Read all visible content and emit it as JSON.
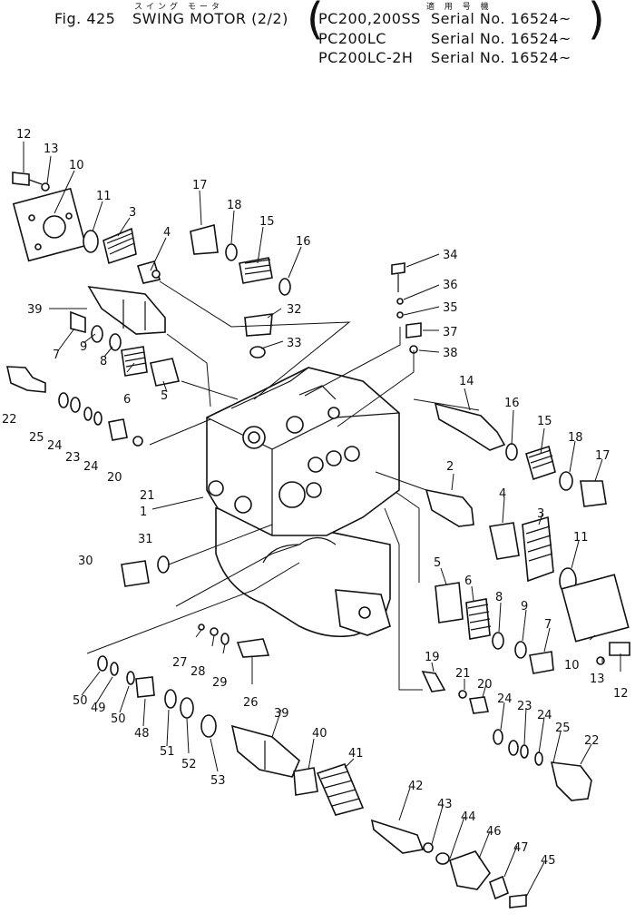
{
  "header": {
    "fig_label": "Fig. 425",
    "title": "SWING MOTOR (2/2)",
    "applicable_label": "適 用 号 機",
    "subtitle_jp": "スイング モータ",
    "applicability": [
      {
        "model": "PC200,200SS",
        "serial": "Serial No. 16524~"
      },
      {
        "model": "PC200LC",
        "serial": "Serial No. 16524~"
      },
      {
        "model": "PC200LC-2H",
        "serial": "Serial No. 16524~"
      }
    ]
  },
  "callouts": [
    "12",
    "13",
    "10",
    "11",
    "3",
    "4",
    "17",
    "18",
    "15",
    "16",
    "39",
    "7",
    "9",
    "8",
    "6",
    "5",
    "32",
    "33",
    "34",
    "36",
    "35",
    "37",
    "38",
    "22",
    "25",
    "24",
    "23",
    "24",
    "20",
    "21",
    "1",
    "14",
    "16",
    "15",
    "18",
    "17",
    "2",
    "4",
    "3",
    "11",
    "5",
    "6",
    "8",
    "9",
    "7",
    "10",
    "13",
    "12",
    "31",
    "30",
    "27",
    "28",
    "29",
    "26",
    "19",
    "21",
    "20",
    "24",
    "23",
    "24",
    "25",
    "22",
    "50",
    "49",
    "50",
    "48",
    "51",
    "52",
    "53",
    "39",
    "40",
    "41",
    "42",
    "43",
    "44",
    "46",
    "47",
    "45"
  ]
}
